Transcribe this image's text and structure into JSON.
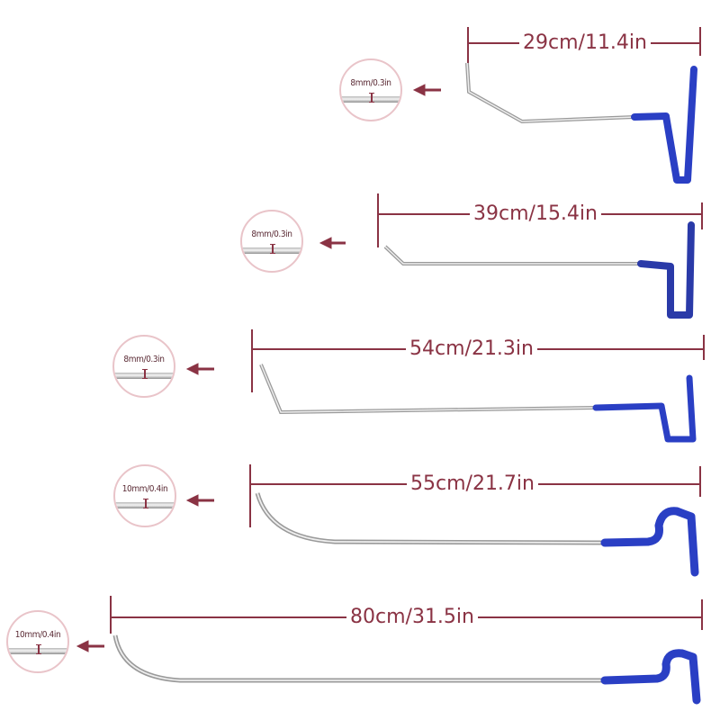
{
  "tools": [
    {
      "length_label": "29cm/11.4in",
      "diameter_label": "8mm/0.3in",
      "tip_style": "angled-up"
    },
    {
      "length_label": "39cm/15.4in",
      "diameter_label": "8mm/0.3in",
      "tip_style": "angled"
    },
    {
      "length_label": "54cm/21.3in",
      "diameter_label": "8mm/0.3in",
      "tip_style": "angled-up"
    },
    {
      "length_label": "55cm/21.7in",
      "diameter_label": "10mm/0.4in",
      "tip_style": "curved"
    },
    {
      "length_label": "80cm/31.5in",
      "diameter_label": "10mm/0.4in",
      "tip_style": "curved"
    }
  ],
  "colors": {
    "dimension_line": "#8a3344",
    "handle": "#2a3fc4",
    "rod": "#c8c8c8",
    "detail_circle_border": "#e9c4c9"
  },
  "icons": {
    "arrow": "left-arrow-icon",
    "detail": "magnifier-circle"
  }
}
